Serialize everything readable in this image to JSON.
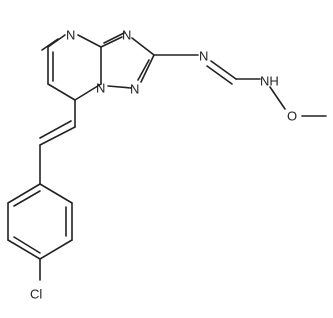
{
  "molecule": {
    "atoms": {
      "n_pyrimidine": "N",
      "n_triazole_top": "N",
      "n_bridge": "N",
      "n_triazole_bottom": "N",
      "n_imine": "N",
      "nh": "NH",
      "o": "O",
      "cl": "Cl"
    }
  }
}
